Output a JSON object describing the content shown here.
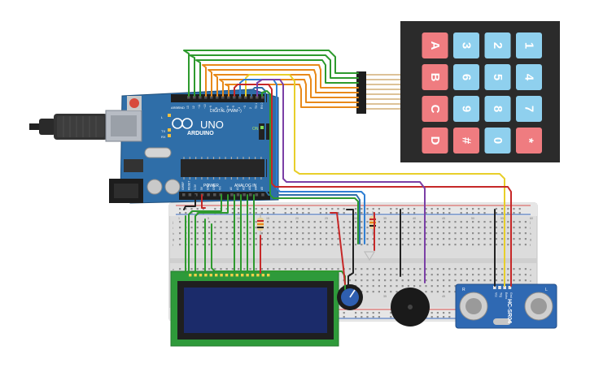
{
  "arduino": {
    "brand": "ARDUINO",
    "model": "UNO",
    "digital_label": "DIGITAL (PWM~)",
    "power_label": "POWER",
    "analog_label": "ANALOG IN",
    "on_label": "ON",
    "tx_label": "TX",
    "rx_label": "RX",
    "l_label": "L",
    "aref_label": "AREF",
    "gnd_label": "GND",
    "pin_labels": [
      "13",
      "12",
      "~11",
      "~10",
      "~9",
      "8",
      "7",
      "~6",
      "~5",
      "4",
      "~3",
      "2",
      "TX 1",
      "RX 0"
    ],
    "power_pins": [
      "IOREF",
      "RESET",
      "3.3V",
      "5V",
      "GND",
      "GND",
      "Vin"
    ],
    "analog_pins": [
      "A0",
      "A1",
      "A2",
      "A3",
      "A4",
      "A5"
    ]
  },
  "keypad": {
    "keys": [
      [
        "1",
        "4",
        "7",
        "*"
      ],
      [
        "2",
        "5",
        "8",
        "0"
      ],
      [
        "3",
        "6",
        "9",
        "#"
      ],
      [
        "A",
        "B",
        "C",
        "D"
      ]
    ],
    "colors": {
      "number": "#8fd0ee",
      "function": "#ef7c80",
      "body": "#2b2b2b"
    }
  },
  "sensor": {
    "model": "HC-SR04",
    "pins": [
      "Vcc",
      "Trig",
      "Echo",
      "Gnd"
    ],
    "left_mark": "R",
    "right_mark": "L"
  },
  "breadboard": {
    "col_numbers": [
      "1",
      "5",
      "10",
      "15",
      "20",
      "25",
      "30",
      "35",
      "40",
      "45",
      "50",
      "55",
      "60"
    ],
    "row_letters_top": [
      "j",
      "i",
      "h",
      "g",
      "f"
    ],
    "row_letters_bottom": [
      "e",
      "d",
      "c",
      "b",
      "a"
    ]
  },
  "lcd": {
    "pins": 16
  },
  "wire_colors": {
    "green": "#2e9a2e",
    "orange": "#e8891a",
    "yellow": "#e8cf2a",
    "red": "#c62828",
    "blue": "#2f7fd3",
    "purple": "#7b3fa6",
    "black": "#222222",
    "board_blue": "#2f6ea8"
  }
}
